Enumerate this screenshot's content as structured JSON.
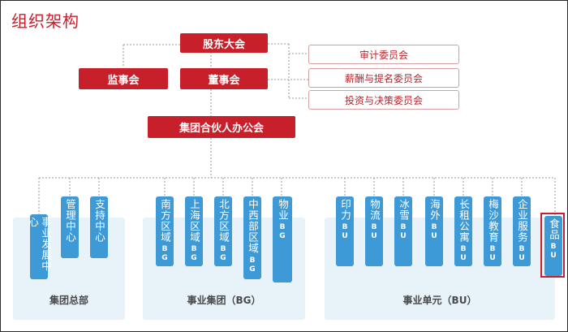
{
  "title": "组织架构",
  "top": {
    "shareholders": "股东大会",
    "supervisors": "监事会",
    "board": "董事会",
    "partners": "集团合伙人办公会"
  },
  "committees": [
    "审计委员会",
    "薪酬与提名委员会",
    "投资与决策委员会"
  ],
  "groups": [
    {
      "label": "集团总部",
      "units": [
        {
          "name": "事业发展中心",
          "code": ""
        },
        {
          "name": "管理中心",
          "code": ""
        },
        {
          "name": "支持中心",
          "code": ""
        }
      ]
    },
    {
      "label": "事业集团（BG）",
      "units": [
        {
          "name": "南方区域",
          "code": "BG"
        },
        {
          "name": "上海区域",
          "code": "BG"
        },
        {
          "name": "北方区域",
          "code": "BG"
        },
        {
          "name": "中西部区域",
          "code": "BG"
        },
        {
          "name": "物业",
          "code": "BG"
        }
      ]
    },
    {
      "label": "事业单元（BU）",
      "units": [
        {
          "name": "印力",
          "code": "BU"
        },
        {
          "name": "物流",
          "code": "BU"
        },
        {
          "name": "冰雪",
          "code": "BU"
        },
        {
          "name": "海外",
          "code": "BU"
        },
        {
          "name": "长租公寓",
          "code": "BU"
        },
        {
          "name": "梅沙教育",
          "code": "BU"
        },
        {
          "name": "企业服务",
          "code": "BU"
        },
        {
          "name": "食品",
          "code": "BU"
        }
      ]
    }
  ],
  "colors": {
    "brand_red": "#c8202b",
    "unit_blue": "#3e9ad6",
    "panel_bg": "#e8f2f9",
    "connector": "#9a9a9a"
  }
}
